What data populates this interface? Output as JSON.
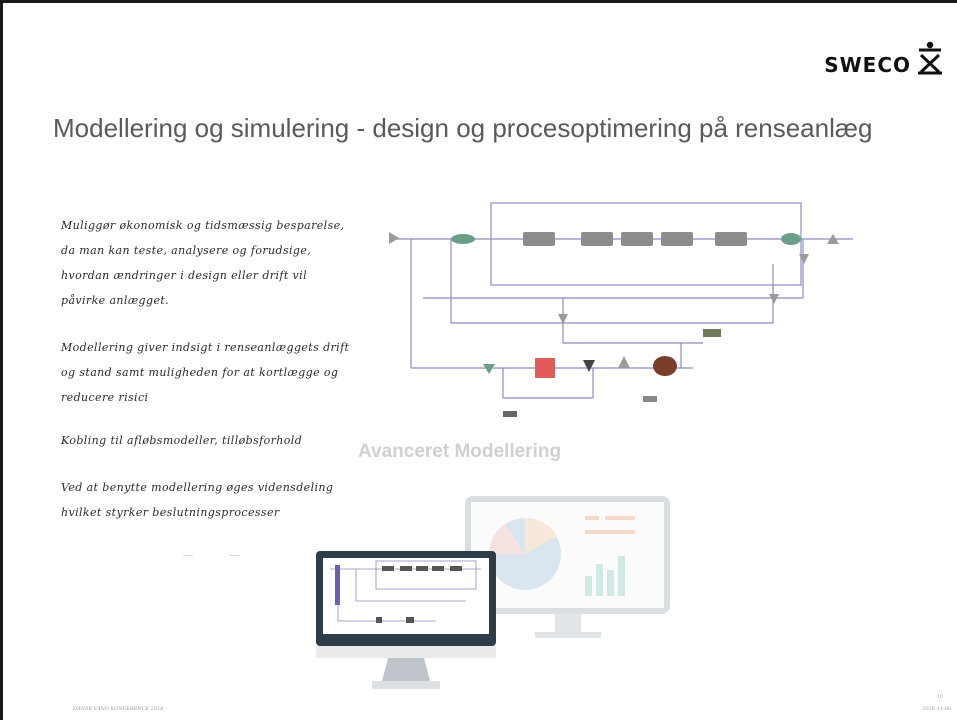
{
  "brand": {
    "name": "SWECO"
  },
  "slide": {
    "title": "Modellering og simulering - design og procesoptimering på renseanlæg",
    "bullets": [
      "Muliggør økonomisk og tidsmæssig besparelse, da man kan teste, analysere og forudsige, hvordan ændringer i design eller drift vil påvirke anlægget.",
      "Modellering giver indsigt i renseanlæggets drift og stand samt muligheden for at kortlægge og reducere risici",
      "Kobling til afløbsmodeller, tilløbsforhold",
      "Ved at benytte modellering øges vidensdeling hvilket styrker beslutningsprocesser"
    ],
    "image_caption": "Avanceret Modellering"
  },
  "footer": {
    "event": "DANSK VAND KONFERENCE 2016",
    "page_number": "10",
    "date": "2016-11-06"
  },
  "colors": {
    "title": "#5a5a5a",
    "caption": "#d0d0d0",
    "flow_line": "#7f7fbf",
    "tank": "#8a8a8a",
    "accent_red": "#e35a5a",
    "accent_green": "#7fae6f",
    "monitor_frame": "#2f3d48"
  }
}
